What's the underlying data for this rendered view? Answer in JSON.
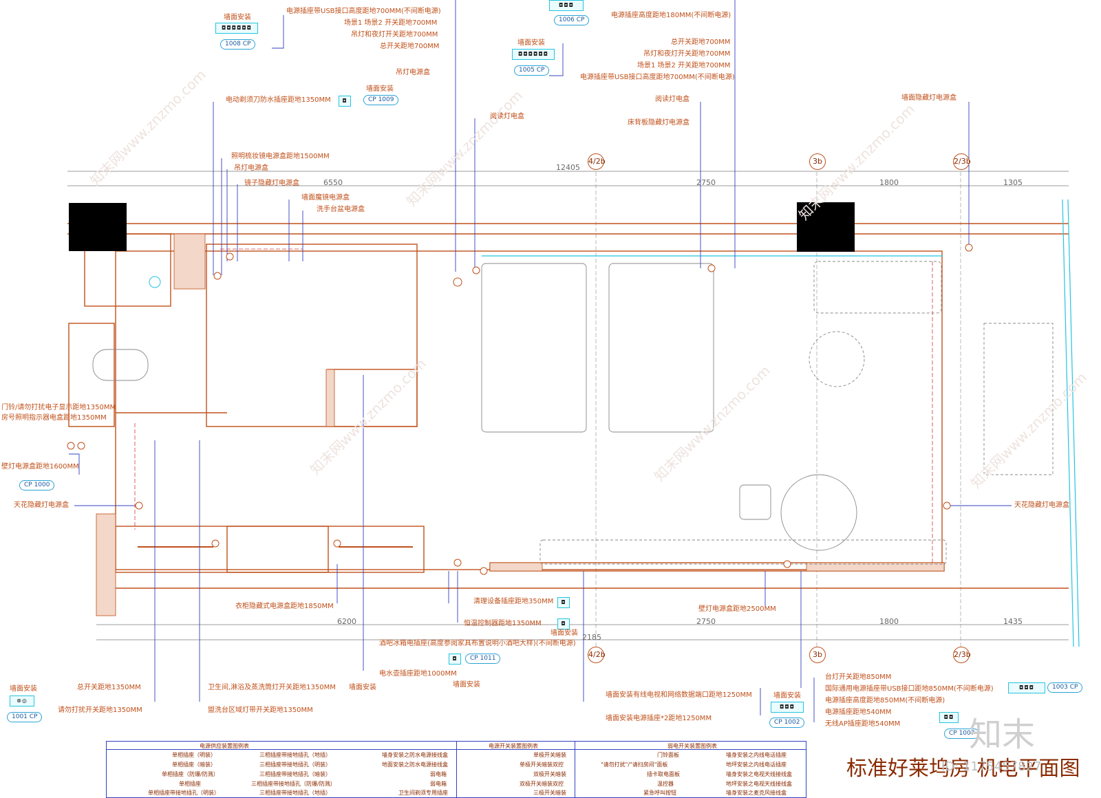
{
  "drawing_title": "标准好莱坞房 机电平面图",
  "top_labels": [
    {
      "id": "t1",
      "text": "墙面安装"
    },
    {
      "id": "t2",
      "text": "电源插座带USB接口高度距地700MM(不间断电源)"
    },
    {
      "id": "t3",
      "text": "场景1 场景2 开关距地700MM"
    },
    {
      "id": "t4",
      "text": "吊灯和夜灯开关距地700MM"
    },
    {
      "id": "t5",
      "text": "总开关距地700MM"
    },
    {
      "id": "t6",
      "text": "吊灯电源盒"
    },
    {
      "id": "t7",
      "text": "电源插座高度距地180MM(不间断电源)"
    },
    {
      "id": "t8",
      "text": "墙面安装"
    },
    {
      "id": "t9",
      "text": "总开关距地700MM"
    },
    {
      "id": "t10",
      "text": "吊灯和夜灯开关距地700MM"
    },
    {
      "id": "t11",
      "text": "场景1 场景2 开关距地700MM"
    },
    {
      "id": "t12",
      "text": "电源插座带USB接口高度距地700MM(不间断电源)"
    },
    {
      "id": "t13",
      "text": "电动剃须刀防水插座距地1350MM"
    },
    {
      "id": "t14",
      "text": "墙面安装"
    },
    {
      "id": "t15",
      "text": "阅读灯电盒"
    },
    {
      "id": "t16",
      "text": "阅读灯电盒"
    },
    {
      "id": "t17",
      "text": "床背板隐藏灯电源盒"
    },
    {
      "id": "t18",
      "text": "墙面隐藏灯电源盒"
    },
    {
      "id": "t19",
      "text": "照明梳妆镜电源盒距地1500MM"
    },
    {
      "id": "t20",
      "text": "吊灯电源盒"
    },
    {
      "id": "t21",
      "text": "镜子隐藏灯电源盒"
    },
    {
      "id": "t22",
      "text": "墙面魔镜电源盒"
    },
    {
      "id": "t23",
      "text": "洗手台盆电源盒"
    }
  ],
  "left_labels": [
    {
      "id": "l1",
      "text": "门铃/请勿打扰电子显示距地1350MM"
    },
    {
      "id": "l2",
      "text": "房号照明指示器电盒距地1350MM"
    },
    {
      "id": "l3",
      "text": "壁灯电源盒距地1600MM"
    },
    {
      "id": "l4",
      "text": "天花隐藏灯电源盒"
    }
  ],
  "right_labels": [
    {
      "id": "r1",
      "text": "天花隐藏灯电源盒"
    }
  ],
  "bottom_labels": [
    {
      "id": "b1",
      "text": "衣柜隐藏式电源盒距地1850MM"
    },
    {
      "id": "b2",
      "text": "清理设备插座距地350MM"
    },
    {
      "id": "b3",
      "text": "恒温控制器距地1350MM"
    },
    {
      "id": "b4",
      "text": "墙面安装"
    },
    {
      "id": "b5",
      "text": "壁灯电源盒距地2500MM"
    },
    {
      "id": "b6",
      "text": "酒吧冰箱电插座(高度参阅家具布置说明小酒吧大样)(不间断电源)"
    },
    {
      "id": "b7",
      "text": "电水壶插座距地1000MM"
    },
    {
      "id": "b8",
      "text": "墙面安装"
    },
    {
      "id": "b9",
      "text": "墙面安装"
    },
    {
      "id": "b10",
      "text": "总开关距地1350MM"
    },
    {
      "id": "b11",
      "text": "请勿打扰开关距地1350MM"
    },
    {
      "id": "b12",
      "text": "卫生间,淋浴及蒸洗筒灯开关距地1350MM"
    },
    {
      "id": "b13",
      "text": "墙面安装"
    },
    {
      "id": "b14",
      "text": "盥洗台区域灯带开关距地1350MM"
    },
    {
      "id": "b15",
      "text": "墙面安装有线电视和网络数据端口距地1250MM"
    },
    {
      "id": "b16",
      "text": "墙面安装电源插座*2距地1250MM"
    },
    {
      "id": "b17",
      "text": "墙面安装"
    },
    {
      "id": "b18",
      "text": "台灯开关距地850MM"
    },
    {
      "id": "b19",
      "text": "国际通用电源插座带USB接口距地850MM(不间断电源)"
    },
    {
      "id": "b20",
      "text": "电源插座高度距地850MM(不间断电源)"
    },
    {
      "id": "b21",
      "text": "电源插座距地540MM"
    },
    {
      "id": "b22",
      "text": "无线AP插座距地540MM"
    }
  ],
  "tags": [
    {
      "id": "c1008",
      "text": "1008 CP"
    },
    {
      "id": "c1006",
      "text": "1006 CP"
    },
    {
      "id": "c1005",
      "text": "1005 CP"
    },
    {
      "id": "c1009",
      "text": "CP 1009"
    },
    {
      "id": "c1000",
      "text": "CP 1000"
    },
    {
      "id": "c1011",
      "text": "CP 1011"
    },
    {
      "id": "c1001",
      "text": "1001 CP"
    },
    {
      "id": "c1002",
      "text": "CP 1002"
    },
    {
      "id": "c1003",
      "text": "1003 CP"
    },
    {
      "id": "c1007",
      "text": "CP 1007"
    }
  ],
  "axes_top": [
    "4/2b",
    "3b",
    "2/3b"
  ],
  "axes_bottom": [
    "4/2b",
    "3b",
    "2/3b"
  ],
  "dims_top": [
    "12405",
    "6550",
    "2750",
    "1800",
    "1305"
  ],
  "dims_bottom": [
    "6200",
    "2750",
    "1800",
    "1435",
    "2185"
  ],
  "watermarks": [
    "知末网www.znzmo.com",
    "知末网www.znzmo.com",
    "知末网www.znzmo.com",
    "知末网www.znzmo.com",
    "知末网www.znzmo.com",
    "知末网www.znzmo.com"
  ],
  "brand": {
    "logo": "知末",
    "id": "ID: 1175457827"
  },
  "legend": {
    "sections": [
      "电源供应装置图例表",
      "电源开关装置图例表",
      "弱电开关装置图例表"
    ],
    "col1": [
      "单相插座（明装）",
      "单相插座（暗装）",
      "单相插座（防爆/防溅）",
      "单相插座",
      "单相插座带接地插孔（明装）"
    ],
    "col2": [
      "三相插座带接地插孔（地插）",
      "三相插座带接地插孔（明装）",
      "三相插座带接地插孔（暗装）",
      "三相插座带接地插孔（防爆/防溅）",
      "三相插座带接地插孔（地插）"
    ],
    "col3": [
      "墙身安装之防水电源接线盒",
      "地面安装之防水电源接线盒",
      "弱电箱",
      "弱电箱",
      "卫生间剃须专用插座"
    ],
    "col4": [
      "单极开关暗装",
      "单极开关暗装双控",
      "双极开关暗装",
      "双极开关暗装双控",
      "三极开关暗装"
    ],
    "col5": [
      "门铃面板",
      "\"请勿打扰\"/\"请扫房间\"面板",
      "插卡取电面板",
      "温控器",
      "紧急呼叫按钮"
    ],
    "col6": [
      "墙身安装之内线电话插座",
      "地坪安装之内线电话插座",
      "墙身安装之电视天线接线盒",
      "地坪安装之电视天线接线盒",
      "墙身安装之麦克风接线盒"
    ]
  },
  "colors": {
    "wall": "#c0501a",
    "dim": "#6a6a6a",
    "cyan": "#23c4de",
    "blue": "#3040c0",
    "dark": "#8a2a00"
  }
}
